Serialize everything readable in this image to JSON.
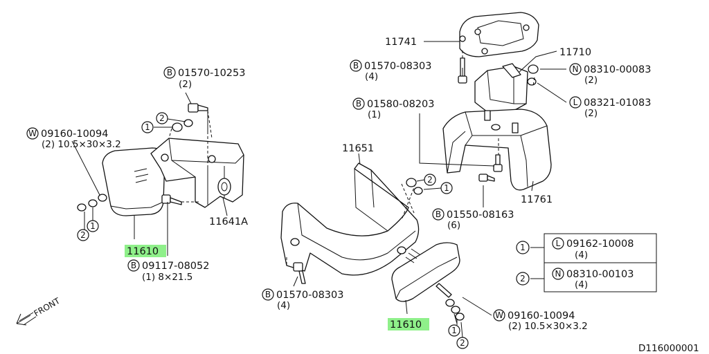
{
  "diagram": {
    "ref_code": "D116000001",
    "direction_label": "FRONT",
    "callouts": {
      "b_01570_10253": {
        "badge": "B",
        "num": "01570-10253",
        "qty": "(2)"
      },
      "w_09160_left": {
        "badge": "W",
        "num": "09160-10094",
        "qty": "(2) 10.5×30×3.2"
      },
      "b_09117_08052": {
        "badge": "B",
        "num": "09117-08052",
        "qty": "(1) 8×21.5"
      },
      "p_11641a": {
        "num": "11641A"
      },
      "p_11610_left": {
        "num": "11610"
      },
      "p_11741": {
        "num": "11741"
      },
      "p_11710": {
        "num": "11710"
      },
      "b_01570_08303_top": {
        "badge": "B",
        "num": "01570-08303",
        "qty": "(4)"
      },
      "n_08310_00083": {
        "badge": "N",
        "num": "08310-00083",
        "qty": "(2)"
      },
      "l_08321_01083": {
        "badge": "L",
        "num": "08321-01083",
        "qty": "(2)"
      },
      "b_01580_08203": {
        "badge": "B",
        "num": "01580-08203",
        "qty": "(1)"
      },
      "p_11651": {
        "num": "11651"
      },
      "p_11761": {
        "num": "11761"
      },
      "b_01550_08163": {
        "badge": "B",
        "num": "01550-08163",
        "qty": "(6)"
      },
      "b_01570_08303_bottom": {
        "badge": "B",
        "num": "01570-08303",
        "qty": "(4)"
      },
      "p_11610_right": {
        "num": "11610"
      },
      "w_09160_right": {
        "badge": "W",
        "num": "09160-10094",
        "qty": "(2) 10.5×30×3.2"
      }
    },
    "legend": [
      {
        "ref": "1",
        "badge": "L",
        "num": "09162-10008",
        "qty": "(4)"
      },
      {
        "ref": "2",
        "badge": "N",
        "num": "08310-00103",
        "qty": "(4)"
      }
    ],
    "ref_markers": {
      "one": "1",
      "two": "2"
    },
    "highlight_color": "#8ff08a"
  }
}
